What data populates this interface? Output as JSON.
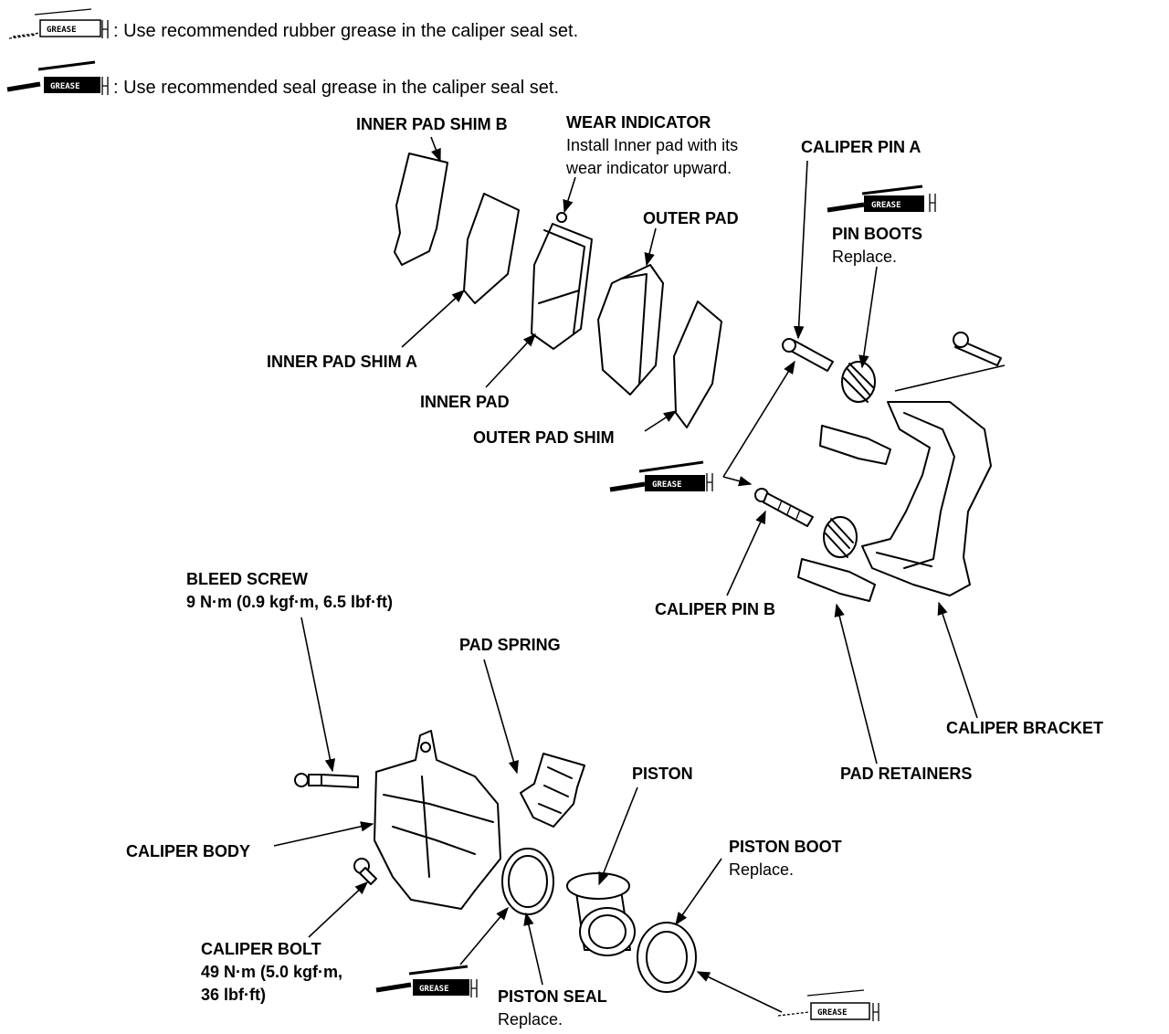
{
  "legend": {
    "rubber_grease_text": ": Use recommended rubber grease in the caliper seal set.",
    "seal_grease_text": ": Use recommended seal grease in the caliper seal set.",
    "grease_tag_text": "GREASE"
  },
  "labels": {
    "inner_pad_shim_b": "INNER PAD SHIM B",
    "wear_indicator": "WEAR INDICATOR",
    "wear_indicator_note_1": "Install Inner pad with its",
    "wear_indicator_note_2": "wear indicator upward.",
    "caliper_pin_a": "CALIPER PIN A",
    "outer_pad": "OUTER PAD",
    "pin_boots": "PIN BOOTS",
    "pin_boots_note": "Replace.",
    "inner_pad_shim_a": "INNER PAD SHIM A",
    "inner_pad": "INNER PAD",
    "outer_pad_shim": "OUTER PAD SHIM",
    "caliper_pin_b": "CALIPER PIN B",
    "bleed_screw": "BLEED SCREW",
    "bleed_screw_torque": "9 N·m (0.9 kgf·m, 6.5 lbf·ft)",
    "pad_spring": "PAD SPRING",
    "caliper_bracket": "CALIPER BRACKET",
    "piston": "PISTON",
    "pad_retainers": "PAD RETAINERS",
    "caliper_body": "CALIPER BODY",
    "piston_boot": "PISTON BOOT",
    "piston_boot_note": "Replace.",
    "caliper_bolt": "CALIPER BOLT",
    "caliper_bolt_torque_1": "49 N·m (5.0 kgf·m,",
    "caliper_bolt_torque_2": "36 lbf·ft)",
    "piston_seal": "PISTON SEAL",
    "piston_seal_note": "Replace."
  }
}
